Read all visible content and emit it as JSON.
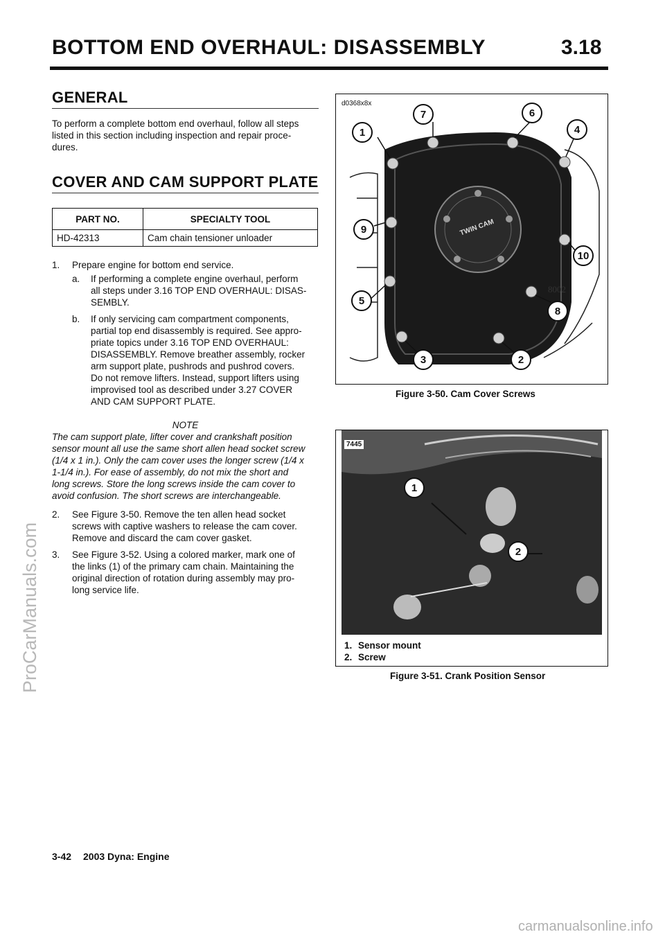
{
  "header": {
    "title": "BOTTOM END OVERHAUL: DISASSEMBLY",
    "section_number": "3.18"
  },
  "general": {
    "heading": "GENERAL",
    "lines": [
      "To perform a complete bottom end overhaul, follow all steps",
      "listed in this section including inspection and repair proce-",
      "dures."
    ]
  },
  "cover": {
    "heading": "COVER AND CAM SUPPORT PLATE",
    "table": {
      "headers": [
        "PART NO.",
        "SPECIALTY TOOL"
      ],
      "rows": [
        [
          "HD-42313",
          "Cam chain tensioner unloader"
        ]
      ]
    },
    "step1": {
      "num": "1.",
      "text": "Prepare engine for bottom end service."
    },
    "step1a": {
      "letter": "a.",
      "lines": [
        "If performing a complete engine overhaul, perform",
        "all steps under 3.16 TOP END OVERHAUL: DISAS-",
        "SEMBLY."
      ]
    },
    "step1b": {
      "letter": "b.",
      "lines": [
        "If only servicing cam compartment components,",
        "partial top end disassembly is required. See appro-",
        "priate topics under 3.16 TOP END OVERHAUL:",
        "DISASSEMBLY. Remove breather assembly, rocker",
        "arm support plate, pushrods and pushrod covers.",
        "Do not remove lifters. Instead, support lifters using",
        "improvised tool as described under 3.27 COVER",
        "AND CAM SUPPORT PLATE."
      ]
    },
    "note": {
      "heading": "NOTE",
      "lines": [
        "The cam support plate, lifter cover and crankshaft position",
        "sensor mount all use the same short allen head socket screw",
        "(1/4 x 1 in.). Only the cam cover uses the longer screw (1/4 x",
        "1-1/4 in.). For ease of assembly, do not mix the short and",
        "long screws. Store the long screws inside the cam cover to",
        "avoid confusion. The short screws are interchangeable."
      ]
    },
    "step2": {
      "num": "2.",
      "lines": [
        "See Figure 3-50. Remove the ten allen head socket",
        "screws with captive washers to release the cam cover.",
        "Remove and discard the cam cover gasket."
      ]
    },
    "step3": {
      "num": "3.",
      "lines": [
        "See Figure 3-52. Using a colored marker, mark one of",
        "the links (1) of the primary cam chain. Maintaining the",
        "original direction of rotation during assembly may pro-",
        "long service life."
      ]
    }
  },
  "figure1": {
    "id_label": "d0368x8x",
    "caption": "Figure 3-50. Cam Cover Screws",
    "callouts": [
      "7",
      "6",
      "1",
      "4",
      "9",
      "10",
      "8",
      "5",
      "3",
      "2"
    ],
    "cover_text": "TWIN CAM",
    "stamp": "8002"
  },
  "figure2": {
    "id_label": "7445",
    "callouts": [
      "1",
      "2"
    ],
    "legend": [
      {
        "num": "1.",
        "text": "Sensor mount"
      },
      {
        "num": "2.",
        "text": "Screw"
      }
    ],
    "caption": "Figure 3-51. Crank Position Sensor"
  },
  "footer": {
    "page": "3-42",
    "title": "2003 Dyna: Engine"
  },
  "watermarks": {
    "side": "ProCarManuals.com",
    "bottom": "carmanualsonline.info"
  },
  "colors": {
    "ink": "#111111",
    "photo_dark": "#1a1a1a",
    "watermark": "#b8b8b8"
  }
}
